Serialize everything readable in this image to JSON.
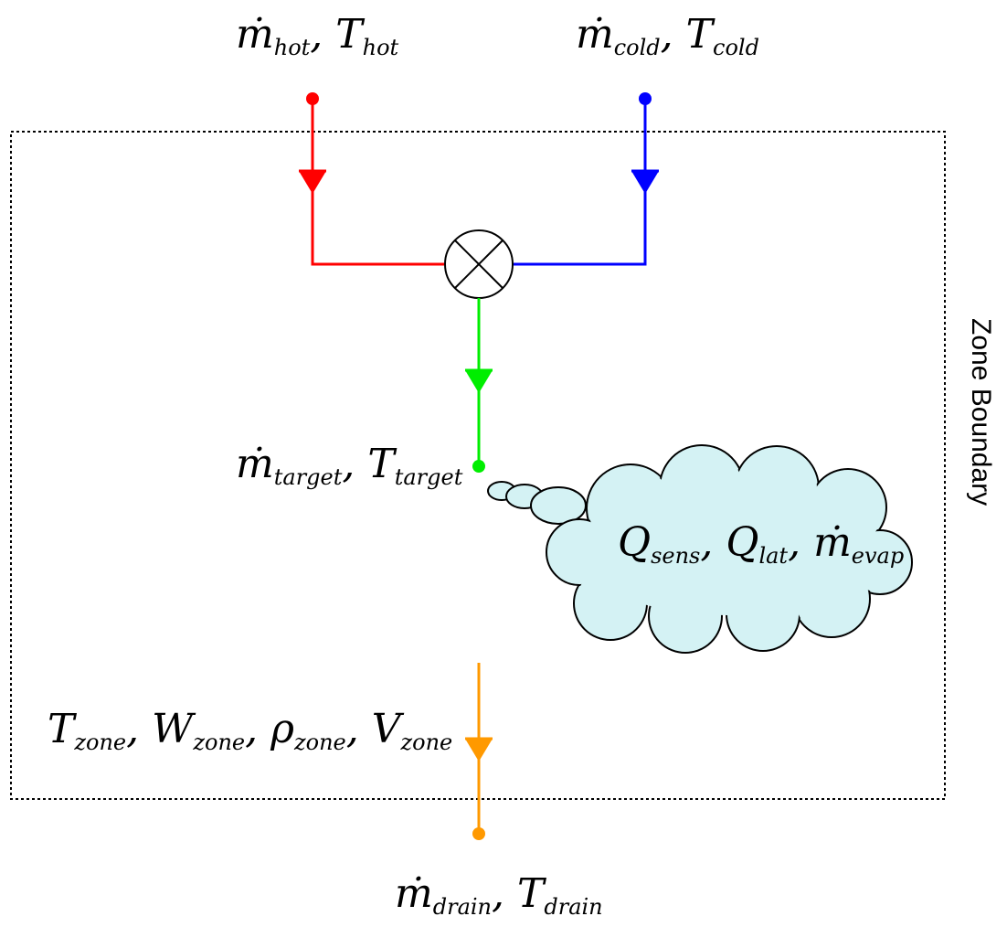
{
  "labels": {
    "hot_inlet": [
      {
        "sym": "ṁ",
        "sub": "hot"
      },
      {
        "sym": "T",
        "sub": "hot"
      }
    ],
    "cold_inlet": [
      {
        "sym": "ṁ",
        "sub": "cold"
      },
      {
        "sym": "T",
        "sub": "cold"
      }
    ],
    "target": [
      {
        "sym": "ṁ",
        "sub": "target"
      },
      {
        "sym": "T",
        "sub": "target"
      }
    ],
    "cloud": [
      {
        "sym": "Q",
        "sub": "sens"
      },
      {
        "sym": "Q",
        "sub": "lat"
      },
      {
        "sym": "ṁ",
        "sub": "evap"
      }
    ],
    "zone_state": [
      {
        "sym": "T",
        "sub": "zone"
      },
      {
        "sym": "W",
        "sub": "zone"
      },
      {
        "sym": "ρ",
        "sub": "zone"
      },
      {
        "sym": "V",
        "sub": "zone"
      }
    ],
    "drain": [
      {
        "sym": "ṁ",
        "sub": "drain"
      },
      {
        "sym": "T",
        "sub": "drain"
      }
    ]
  },
  "zone_boundary_label": "Zone Boundary",
  "colors": {
    "hot": "#ff0000",
    "cold": "#0000ff",
    "target": "#00ee00",
    "drain": "#ff9900",
    "cloud_fill": "#d4f2f4",
    "boundary": "#000000"
  }
}
